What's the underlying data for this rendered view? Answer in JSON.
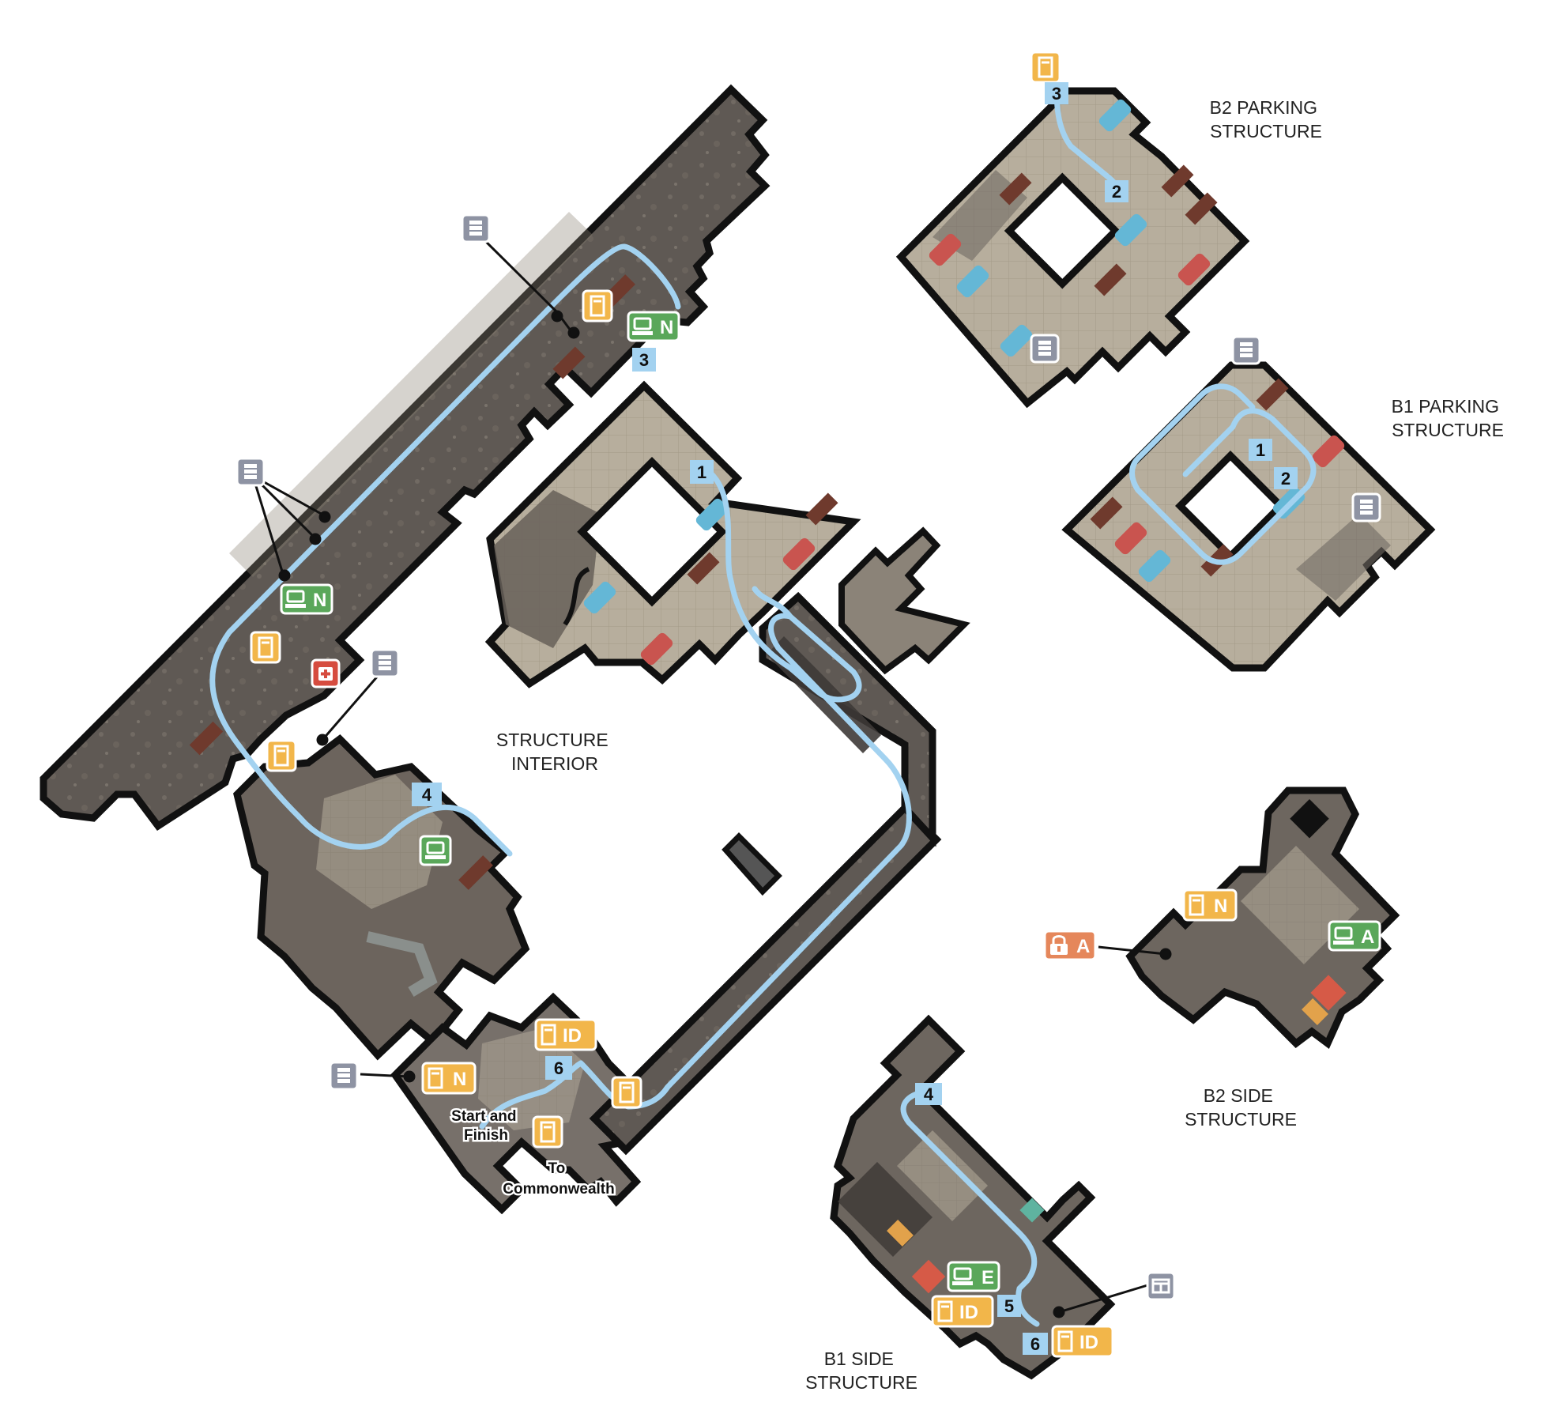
{
  "colors": {
    "floor_dark": "#5e5852",
    "floor_light": "#b3aa99",
    "wall": "#111111",
    "route": "#a3d2f0",
    "marker_bg": "#a3d2f0",
    "door": "#f2b64a",
    "terminal": "#5aa75a",
    "storage": "#8e93a3",
    "medkit": "#d64c3f",
    "locked": "#e5875b",
    "crate": "#6f3a2d",
    "car_blue": "#64b7d6",
    "car_red": "#c9544f"
  },
  "areas": {
    "structure_interior": [
      "STRUCTURE",
      "INTERIOR"
    ],
    "b2_parking": [
      "B2 PARKING",
      "STRUCTURE"
    ],
    "b1_parking": [
      "B1 PARKING",
      "STRUCTURE"
    ],
    "b2_side": [
      "B2 SIDE",
      "STRUCTURE"
    ],
    "b1_side": [
      "B1 SIDE",
      "STRUCTURE"
    ]
  },
  "notes": {
    "start": [
      "Start and",
      "Finish"
    ],
    "exit": [
      "To",
      "Commonwealth"
    ]
  },
  "route_markers": {
    "interior": [
      "1",
      "3",
      "4",
      "6"
    ],
    "b2_parking": [
      "3",
      "2"
    ],
    "b1_parking": [
      "1",
      "2"
    ],
    "b1_side": [
      "4",
      "5",
      "6"
    ]
  },
  "tag_suffixes": {
    "novice": "N",
    "advanced": "A",
    "expert": "E",
    "id_card": "ID"
  },
  "icons": {
    "door": "door-icon",
    "terminal": "terminal-icon",
    "storage": "storage-icon",
    "medkit": "medkit-icon",
    "lock": "lock-icon",
    "panel": "panel-icon"
  }
}
